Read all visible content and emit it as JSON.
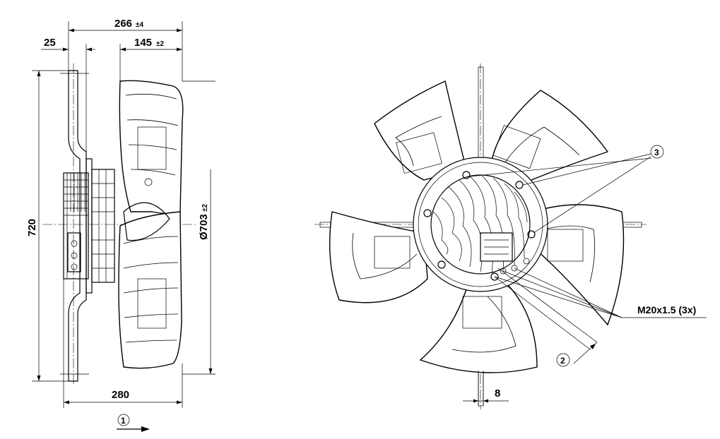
{
  "side_view": {
    "dim_overall_depth": "266",
    "dim_overall_depth_tol": "±4",
    "dim_flange": "25",
    "dim_blade_depth": "145",
    "dim_blade_depth_tol": "±2",
    "dim_height": "720",
    "dim_diameter": "Ø703",
    "dim_diameter_tol": "±2",
    "dim_bottom": "280",
    "callout_airflow": "1"
  },
  "front_view": {
    "callout_rotation": "2",
    "callout_holes": "3",
    "label_thread": "M20x1.5 (3x)",
    "dim_strut": "8"
  }
}
